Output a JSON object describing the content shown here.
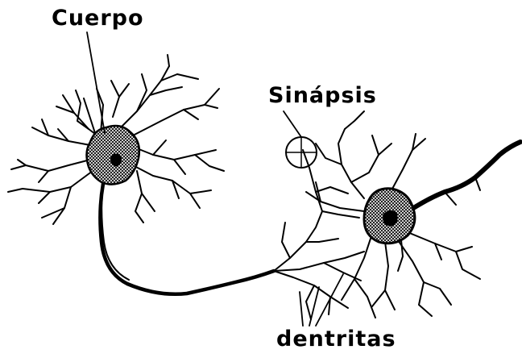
{
  "labels": {
    "cuerpo": "Cuerpo",
    "sinapsis": "Sinápsis",
    "dentritas": "dentritas"
  },
  "colors": {
    "ink": "#000000",
    "background": "#ffffff"
  }
}
